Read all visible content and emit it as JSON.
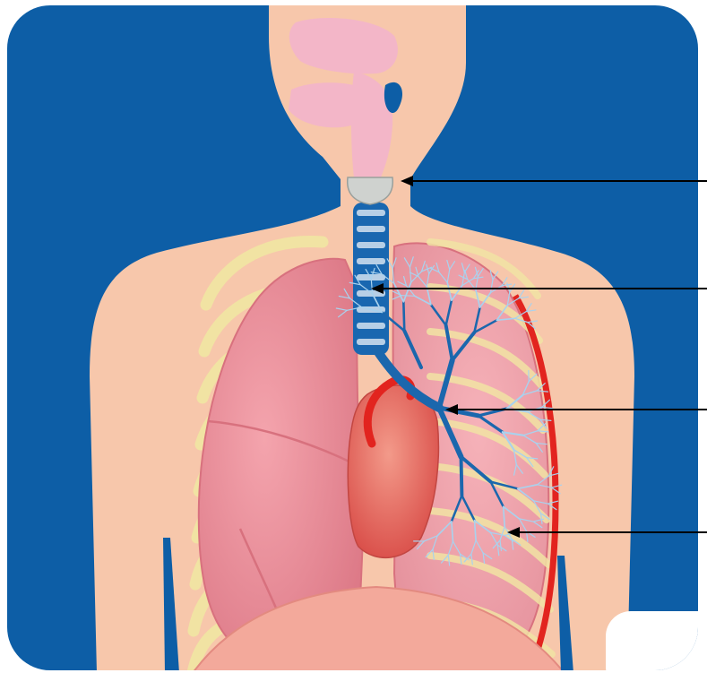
{
  "colors": {
    "background": "#0d5ea6",
    "skin": "#f7c7ab",
    "lung": "#ec8d98",
    "lung_shadow": "#d8717e",
    "rib": "#f1e3a3",
    "trachea": "#1967b0",
    "trachea_ring": "#b7cfe6",
    "bronchi": "#1b67ad",
    "bronchi_light": "#a9d2ee",
    "heart": "#e5605a",
    "vessel": "#e2241f",
    "pharynx": "#f3b6c8",
    "larynx": "#cfd2cf",
    "arrow": "#000000",
    "corner_box": "#ffffff"
  },
  "icons": {
    "trachea": "trachea-shape",
    "heart": "heart-shape"
  },
  "pointers": [
    {
      "target": "larynx"
    },
    {
      "target": "trachea"
    },
    {
      "target": "bronchi"
    },
    {
      "target": "bronchioles"
    }
  ]
}
